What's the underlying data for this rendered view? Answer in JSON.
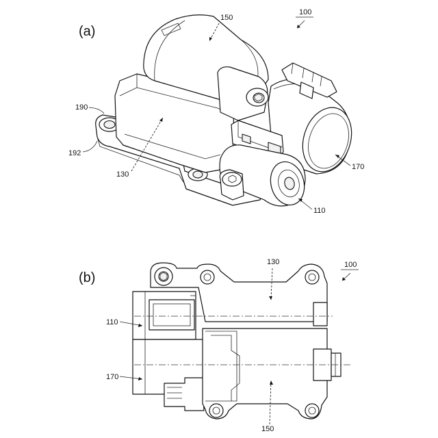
{
  "figure": {
    "a": {
      "sublabel": "(a)",
      "refs": {
        "assembly": "100",
        "upper_housing": "150",
        "flange": "190",
        "flange_hole": "192",
        "lower_housing": "130",
        "actuator": "170",
        "coupling": "110"
      }
    },
    "b": {
      "sublabel": "(b)",
      "refs": {
        "assembly": "100",
        "lower_housing": "130",
        "coupling": "110",
        "actuator": "170",
        "upper_housing": "150"
      }
    }
  }
}
